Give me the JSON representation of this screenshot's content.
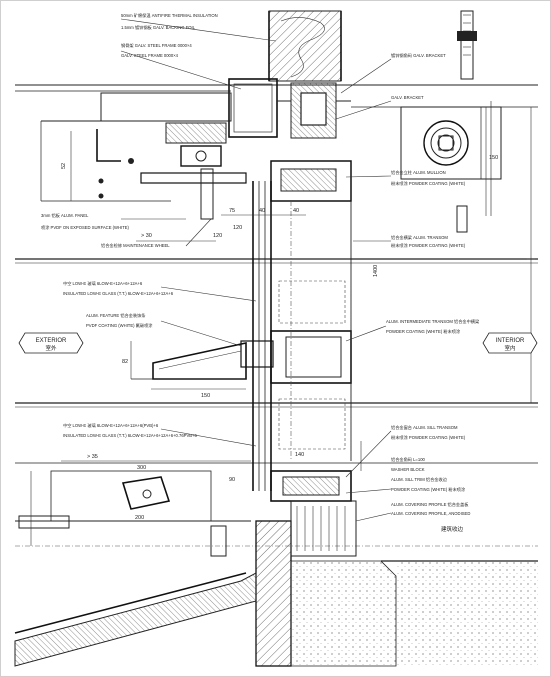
{
  "labels": {
    "top_1": "50mm 矿棉保温 ANTIFIRE THERMAL INSULATION",
    "top_2": "1.5mm 镀锌钢板 GALV. BACKING FOIL",
    "top_3": "钢骨架 GALV. STEEL FRAME 0000×4",
    "top_4": "GALV. STEEL FRAME 0000×4",
    "bracket_1": "镀锌钢角码 GALV. BRACKET",
    "bracket_2": "GALV. BRACKET",
    "mid_1": "铝合金立柱 ALUM. MULLION",
    "mid_2": "粉末喷涂 POWDER COATING (WHITE)",
    "panel_1": "3mm 铝板 ALUM. PANEL",
    "panel_2": "喷涂 PVDF ON EXPOSED SURFACE (WHITE)",
    "maint": "铝合金检修 MAINTENANCE WHEEL",
    "transom_1": "铝合金横梁 ALUM. TRANSOM",
    "transom_2": "粉末喷涂 POWDER COATING (WHITE)",
    "glass_1": "中空 LOW-E 玻璃 6LOW-E+12A+6+12A+6",
    "glass_2": "INSULATED LOW-E GLASS (T.T.) 6LOW-E+12A+6+12A+6",
    "feature_1": "ALUM. FEATURE 铝合金装饰条",
    "feature_2": "PVDF COATING (WHITE) 氟碳喷涂",
    "int_transom_1": "ALUM. INTERMEDIATE TRANSOM 铝合金中横梁",
    "int_transom_2": "POWDER COATING (WHITE) 粉末喷涂",
    "exterior_en": "EXTERIOR",
    "exterior_cn": "室外",
    "interior_en": "INTERIOR",
    "interior_cn": "室内",
    "lowglass_1": "中空 LOW-E 玻璃 6LOW-E+12A+6+12A+6(PVB)+6",
    "lowglass_2": "INSULATED LOW-E GLASS (T.T.) 6LOW-E+12A+6+12A+6+0.76PVB+6",
    "sill_1": "铝合金窗台 ALUM. SILL TRANSOM",
    "sill_2": "粉末喷涂 POWDER COATING (WHITE)",
    "sill_3": "铝合金角码 L=100",
    "sill_4": "WASHER BLOCK",
    "sill_5": "ALUM. SILL TRIM 铝合金收边",
    "sill_6": "POWDER COATING (WHITE) 粉末喷涂",
    "sill_7": "ALUM. COVERING PROFILE 铝合金盖板",
    "sill_8": "ALUM. COVERING PROFILE, ANODISED",
    "sill_9": "建筑收边"
  },
  "dims": {
    "d150_right": "150",
    "d1400": "1400",
    "d75": "75",
    "d40_a": "40",
    "d40_b": "40",
    "d120": "120",
    "d30": "> 30",
    "d150_mid": "150",
    "d82": "82",
    "d140": "140",
    "d35": "> 35",
    "d300": "300",
    "d200": "200",
    "d90": "90",
    "d120_b": "120",
    "d52": "52"
  },
  "colors": {
    "ink": "#222222",
    "paper": "#ffffff",
    "frame": "#cfcfcf"
  }
}
